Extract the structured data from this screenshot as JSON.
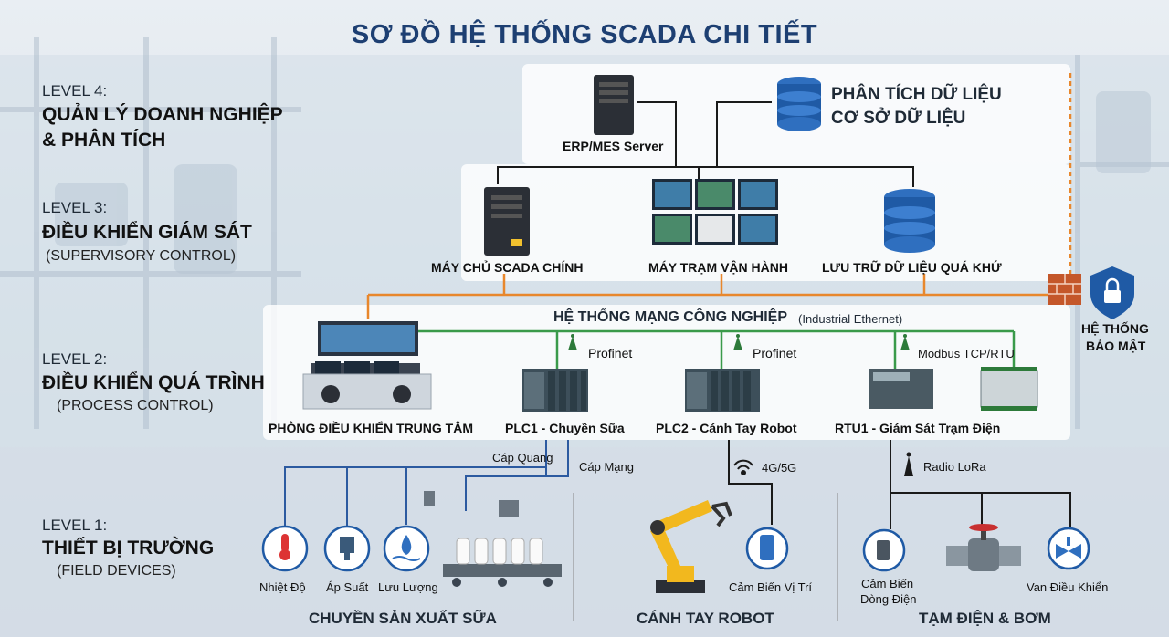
{
  "title": "SƠ ĐỒ HỆ THỐNG SCADA CHI TIẾT",
  "levels": [
    {
      "level": "LEVEL 4:",
      "name_line1": "QUẢN LÝ DOANH NGHIỆP",
      "name_line2": "& PHÂN TÍCH"
    },
    {
      "level": "LEVEL 3:",
      "name": "ĐIỀU KHIỂN GIÁM SÁT",
      "sub": "(SUPERVISORY CONTROL)"
    },
    {
      "level": "LEVEL 2:",
      "name": "ĐIỀU KHIỂN QUÁ TRÌNH",
      "sub": "(PROCESS CONTROL)"
    },
    {
      "level": "LEVEL 1:",
      "name": "THIẾT BỊ TRƯỜNG",
      "sub": "(FIELD DEVICES)"
    }
  ],
  "level4": {
    "erp_server": "ERP/MES Server",
    "analytics_line1": "PHÂN TÍCH DỮ LIỆU",
    "analytics_line2": "CƠ SỞ DỮ LIỆU"
  },
  "level3": {
    "scada_server": "MÁY CHỦ SCADA CHÍNH",
    "operator_station": "MÁY TRẠM VẬN HÀNH",
    "historian": "LƯU TRỮ DỮ LIỆU QUÁ KHỨ"
  },
  "security": {
    "line1": "HỆ THỐNG",
    "line2": "BẢO MẬT"
  },
  "network": {
    "name": "HỆ THỐNG MẠNG CÔNG NGHIỆP",
    "sub": "(Industrial Ethernet)"
  },
  "protocols": {
    "p1": "Profinet",
    "p2": "Profinet",
    "p3": "Modbus TCP/RTU"
  },
  "level2": {
    "control_room": "PHÒNG ĐIỀU KHIỂN TRUNG TÂM",
    "plc1": "PLC1 - Chuyền Sữa",
    "plc2": "PLC2 - Cánh Tay Robot",
    "rtu1": "RTU1 - Giám Sát Trạm Điện"
  },
  "links": {
    "fiber": "Cáp Quang",
    "cable": "Cáp Mạng",
    "cellular": "4G/5G",
    "lora": "Radio LoRa"
  },
  "devices": {
    "temperature": "Nhiệt Độ",
    "pressure": "Áp Suất",
    "flow": "Lưu Lượng",
    "position_sensor": "Cảm Biến Vị Trí",
    "current_sensor_line1": "Cảm Biến",
    "current_sensor_line2": "Dòng Điện",
    "control_valve": "Van Điều Khiển"
  },
  "areas": {
    "milk_line": "CHUYỀN SẢN XUẤT SỮA",
    "robot_arm": "CÁNH TAY ROBOT",
    "substation": "TẠM ĐIỆN & BƠM"
  },
  "colors": {
    "title": "#1d3f72",
    "ethernet": "#e8872c",
    "network": "#3a9a4a",
    "field_link": "#2c5aa0",
    "black_link": "#1a1a1a"
  }
}
